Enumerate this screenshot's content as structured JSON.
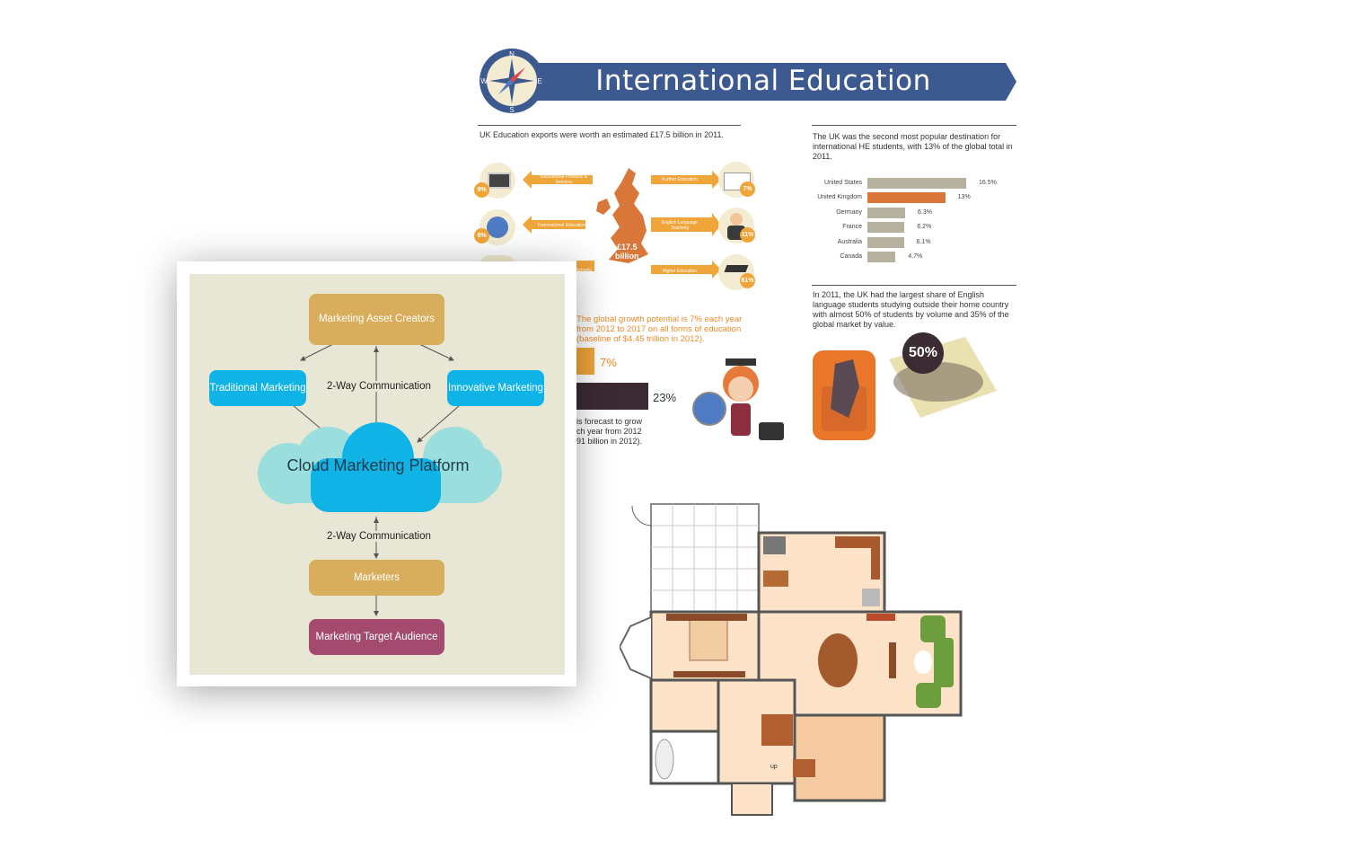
{
  "infographic": {
    "title": "International Education",
    "compass": {
      "n": "N",
      "s": "S",
      "e": "E",
      "w": "W"
    },
    "exports_heading": "UK Education exports were worth an estimated £17.5 billion in 2011.",
    "map_total": {
      "amount": "£17.5",
      "unit": "billion"
    },
    "sectors": [
      {
        "label": "Educational Products & Services",
        "percent": "9%",
        "icon": "laptop-icon"
      },
      {
        "label": "Transnational Education",
        "percent": "8%",
        "icon": "globe-icon"
      },
      {
        "label": "Schools",
        "percent": "",
        "icon": "school-icon"
      },
      {
        "label": "Further Education",
        "percent": "7%",
        "icon": "book-icon"
      },
      {
        "label": "English Language Teaching",
        "percent": "11%",
        "icon": "teacher-icon"
      },
      {
        "label": "Higher Education",
        "percent": "61%",
        "icon": "graduation-cap-icon"
      }
    ],
    "destination_heading": "The UK was the second most popular destination for international HE students, with 13% of the global total in 2011.",
    "destinations": [
      {
        "country": "United States",
        "label": "16.5%",
        "value": 16.5,
        "color": "#b6b09f"
      },
      {
        "country": "United Kingdom",
        "label": "13%",
        "value": 13,
        "color": "#d9773a"
      },
      {
        "country": "Germany",
        "label": "6.3%",
        "value": 6.3,
        "color": "#b6b09f"
      },
      {
        "country": "France",
        "label": "6.2%",
        "value": 6.2,
        "color": "#b6b09f"
      },
      {
        "country": "Australia",
        "label": "6.1%",
        "value": 6.1,
        "color": "#b6b09f"
      },
      {
        "country": "Canada",
        "label": "4.7%",
        "value": 4.7,
        "color": "#b6b09f"
      }
    ],
    "growth_text": "The global growth potential is 7% each year from 2012 to 2017 on all forms of education (baseline of $4.45 trillion in 2012).",
    "growth_bar_label": "7%",
    "forecast_bar_label": "23%",
    "forecast_text": "is forecast to grow ch year from 2012 91 billion in 2012).",
    "english_share_text": "In 2011, the UK had the largest share of English language students studying outside their home country with almost 50% of students by volume and 35% of the global market by value.",
    "english_share_badge": "50%",
    "colors": {
      "banner": "#3c5a8f",
      "accent": "#ea8d2a",
      "uk_map": "#d9773a"
    }
  },
  "cloud_diagram": {
    "center": "Cloud Marketing Platform",
    "asset_creators": "Marketing Asset Creators",
    "traditional": "Traditional Marketing",
    "innovative": "Innovative Marketing",
    "top_link_label": "2-Way Communication",
    "bottom_link_label": "2-Way Communication",
    "marketers": "Marketers",
    "audience": "Marketing Target Audience",
    "colors": {
      "gold": "#d8ae5c",
      "cyan": "#0fb3e6",
      "plum": "#a34a6e",
      "panel": "#e8e6d4"
    }
  },
  "floor_plan": {
    "stair_label": "up"
  }
}
